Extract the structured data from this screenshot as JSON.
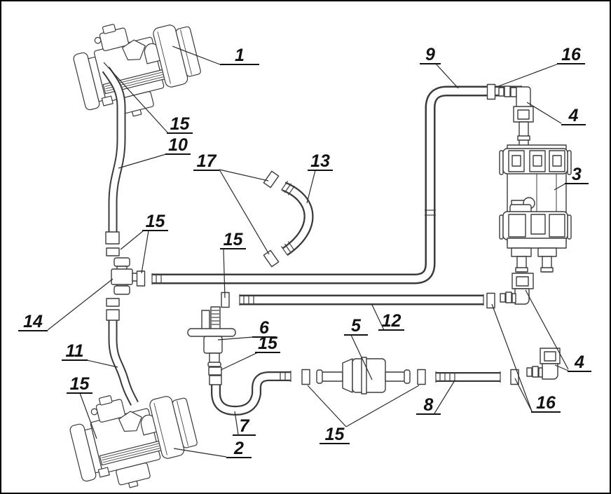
{
  "diagram": {
    "background": "#ffffff",
    "stroke_color": "#3b3b3b",
    "callout_color": "#121212",
    "callouts": [
      {
        "label": "1",
        "underline": [
          312,
          368,
          90
        ],
        "leaders": [
          [
            312,
            90,
            244,
            64
          ]
        ]
      },
      {
        "label": "9",
        "underline": [
          597,
          627,
          89
        ],
        "leaders": [
          [
            620,
            89,
            652,
            124
          ]
        ]
      },
      {
        "label": "16",
        "underline": [
          793,
          833,
          89
        ],
        "leaders": [
          [
            795,
            89,
            704,
            123
          ]
        ]
      },
      {
        "label": "4",
        "underline": [
          799,
          834,
          176
        ],
        "leaders": [
          [
            799,
            174,
            750,
            144
          ]
        ]
      },
      {
        "label": "15",
        "underline": [
          236,
          273,
          188
        ],
        "leaders": [
          [
            237,
            187,
            146,
            87
          ]
        ]
      },
      {
        "label": "10",
        "underline": [
          234,
          270,
          218
        ],
        "leaders": [
          [
            235,
            218,
            167,
            238
          ]
        ]
      },
      {
        "label": "17",
        "underline": [
          274,
          311,
          241
        ],
        "leaders": [
          [
            311,
            240,
            381,
            256
          ],
          [
            311,
            240,
            382,
            361
          ]
        ]
      },
      {
        "label": "13",
        "underline": [
          437,
          473,
          241
        ],
        "leaders": [
          [
            448,
            241,
            436,
            288
          ]
        ]
      },
      {
        "label": "3",
        "underline": [
          804,
          838,
          260
        ],
        "leaders": [
          [
            805,
            260,
            789,
            269
          ]
        ]
      },
      {
        "label": "15",
        "underline": [
          201,
          238,
          327
        ],
        "leaders": [
          [
            203,
            327,
            170,
            354
          ],
          [
            210,
            327,
            200,
            388
          ]
        ]
      },
      {
        "label": "14",
        "underline": [
          24,
          66,
          470
        ],
        "leaders": [
          [
            66,
            469,
            159,
            396
          ]
        ]
      },
      {
        "label": "15",
        "underline": [
          312,
          349,
          353
        ],
        "leaders": [
          [
            317,
            354,
            319,
            423
          ]
        ]
      },
      {
        "label": "11",
        "underline": [
          86,
          123,
          512
        ],
        "leaders": [
          [
            122,
            512,
            166,
            522
          ]
        ]
      },
      {
        "label": "15",
        "underline": [
          93,
          130,
          559
        ],
        "leaders": [
          [
            112,
            559,
            136,
            624
          ]
        ]
      },
      {
        "label": "2",
        "underline": [
          321,
          357,
          651
        ],
        "leaders": [
          [
            321,
            650,
            246,
            638
          ]
        ]
      },
      {
        "label": "6",
        "underline": [
          358,
          392,
          479
        ],
        "leaders": [
          [
            359,
            479,
            309,
            483
          ]
        ]
      },
      {
        "label": "15",
        "underline": [
          362,
          398,
          501
        ],
        "leaders": [
          [
            366,
            501,
            313,
            526
          ]
        ]
      },
      {
        "label": "5",
        "underline": [
          489,
          523,
          476
        ],
        "leaders": [
          [
            499,
            476,
            529,
            540
          ]
        ]
      },
      {
        "label": "12",
        "underline": [
          538,
          575,
          469
        ],
        "leaders": [
          [
            546,
            469,
            528,
            431
          ]
        ]
      },
      {
        "label": "7",
        "underline": [
          330,
          363,
          619
        ],
        "leaders": [
          [
            338,
            618,
            333,
            585
          ]
        ]
      },
      {
        "label": "8",
        "underline": [
          592,
          627,
          589
        ],
        "leaders": [
          [
            618,
            588,
            647,
            541
          ]
        ]
      },
      {
        "label": "15",
        "underline": [
          454,
          497,
          631
        ],
        "leaders": [
          [
            492,
            607,
            437,
            548
          ],
          [
            492,
            607,
            596,
            548
          ]
        ]
      },
      {
        "label": "16",
        "underline": [
          756,
          798,
          586
        ],
        "leaders": [
          [
            757,
            585,
            700,
            432
          ],
          [
            757,
            585,
            733,
            538
          ]
        ]
      },
      {
        "label": "4",
        "underline": [
          808,
          842,
          528
        ],
        "leaders": [
          [
            809,
            525,
            748,
            412
          ],
          [
            809,
            527,
            790,
            519
          ]
        ]
      }
    ]
  }
}
